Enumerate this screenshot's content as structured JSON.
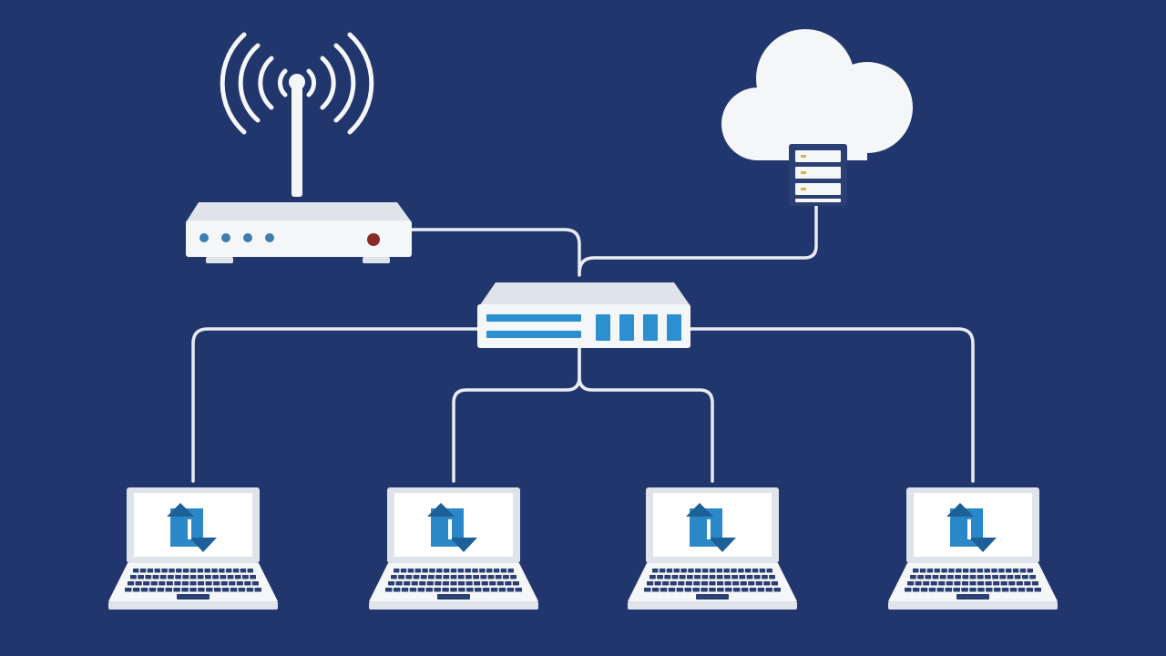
{
  "colors": {
    "background": "#22366e",
    "device_white": "#f5f6f8",
    "device_shade": "#dfe3ea",
    "link": "#e9edf3",
    "accent_blue": "#2c8fd0",
    "port_blue": "#3d7db0",
    "power_red": "#8a2a2a",
    "screen_arrow": "#2a87c8",
    "screen_arrow_dark": "#1d5f97",
    "server_dark": "#2a3f73",
    "server_led": "#d9b44a"
  },
  "diagram": {
    "nodes": [
      {
        "id": "router",
        "icon": "wireless-router-icon"
      },
      {
        "id": "cloud",
        "icon": "cloud-server-icon"
      },
      {
        "id": "switch",
        "icon": "network-switch-icon"
      },
      {
        "id": "laptop-1",
        "icon": "laptop-icon"
      },
      {
        "id": "laptop-2",
        "icon": "laptop-icon"
      },
      {
        "id": "laptop-3",
        "icon": "laptop-icon"
      },
      {
        "id": "laptop-4",
        "icon": "laptop-icon"
      }
    ],
    "links": [
      {
        "from": "router",
        "to": "switch"
      },
      {
        "from": "cloud",
        "to": "switch"
      },
      {
        "from": "switch",
        "to": "laptop-1"
      },
      {
        "from": "switch",
        "to": "laptop-2"
      },
      {
        "from": "switch",
        "to": "laptop-3"
      },
      {
        "from": "switch",
        "to": "laptop-4"
      }
    ]
  }
}
